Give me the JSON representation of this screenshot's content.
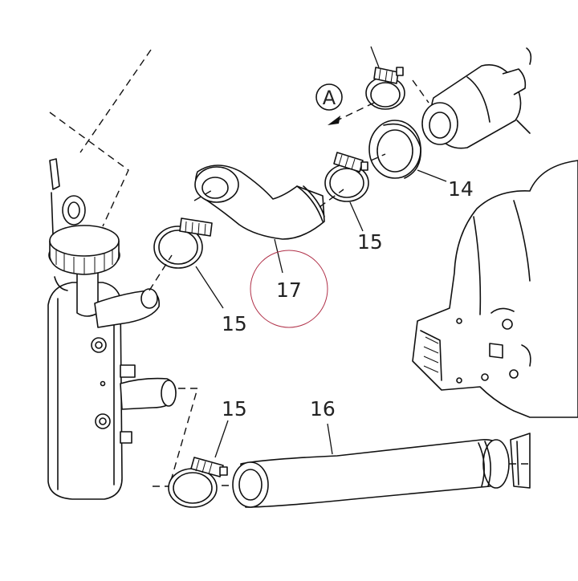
{
  "callouts": {
    "c14": "14",
    "c15a": "15",
    "c15b": "15",
    "c15c": "15",
    "c16": "16",
    "c17": "17",
    "ref_a": "A"
  },
  "colors": {
    "line": "#111111",
    "highlight_circle": "#b03048",
    "background": "#ffffff"
  }
}
